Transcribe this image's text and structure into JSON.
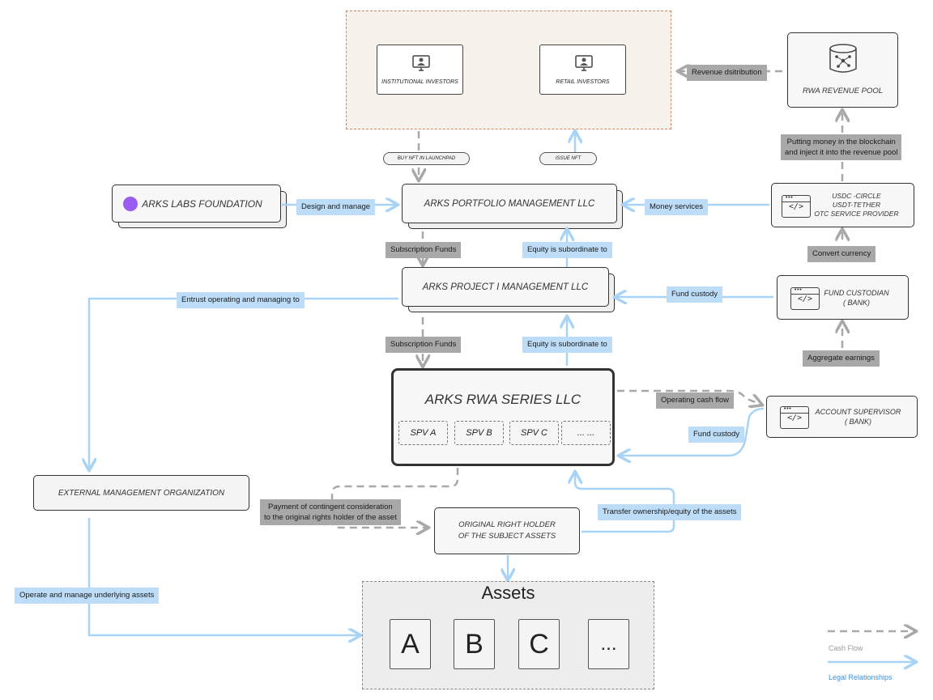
{
  "investors": {
    "institutional": "INSTITUTIONAL INVESTORS",
    "retail": "RETAIL INVESTORS"
  },
  "revenue_pool": "RWA REVENUE POOL",
  "labels": {
    "revenue_distribution": "Revenue dsitribution",
    "putting_money_1": "Putting money in the blockchain",
    "putting_money_2": "and inject it into the revenue pool",
    "buy_nft": "BUY NFT IN LAUNCHPAD",
    "issue_nft": "ISSUE NFT",
    "design_manage": "Design and manage",
    "money_services": "Money services",
    "subscription_funds_1": "Subscription Funds",
    "equity_subordinate_1": "Equity is subordinate to",
    "convert_currency": "Convert currency",
    "entrust": "Entrust operating and managing to",
    "fund_custody_1": "Fund custody",
    "subscription_funds_2": "Subscription Funds",
    "equity_subordinate_2": "Equity is subordinate to",
    "aggregate_earnings": "Aggregate earnings",
    "operating_cash_flow": "Operating cash flow",
    "fund_custody_2": "Fund custody",
    "payment_1": "Payment of contingent consideration",
    "payment_2": "to the original rights holder of the asset",
    "transfer": "Transfer ownership/equity of the assets",
    "operate_manage": "Operate and manage underlying assets"
  },
  "nodes": {
    "foundation": "ARKS  LABS FOUNDATION",
    "portfolio": "ARKS  PORTFOLIO MANAGEMENT LLC",
    "project": "ARKS  PROJECT I MANAGEMENT LLC",
    "series": "ARKS RWA SERIES LLC",
    "otc_1": "USDC -CIRCLE",
    "otc_2": "USDT-TETHER",
    "otc_3": "OTC SERVICE PROVIDER",
    "custodian_1": "FUND CUSTODIAN",
    "custodian_2": "( BANK)",
    "supervisor_1": "ACCOUNT SUPERVISOR",
    "supervisor_2": "( BANK)",
    "external": "EXTERNAL MANAGEMENT ORGANIZATION",
    "original_1": "ORIGINAL RIGHT HOLDER",
    "original_2": "OF THE SUBJECT ASSETS"
  },
  "spvs": [
    "SPV A",
    "SPV B",
    "SPV C",
    "... ..."
  ],
  "assets": {
    "title": "Assets",
    "items": [
      "A",
      "B",
      "C",
      "..."
    ]
  },
  "legend": {
    "cash_flow": "Cash Flow",
    "legal": "Legal Relationships"
  },
  "colors": {
    "legal_blue": "#a9d3f5",
    "cash_gray": "#a8a8a8",
    "legend_blue_text": "#3a8fd9",
    "investor_border": "#c98a6a",
    "foundation_dot": "#9b5cf0"
  }
}
